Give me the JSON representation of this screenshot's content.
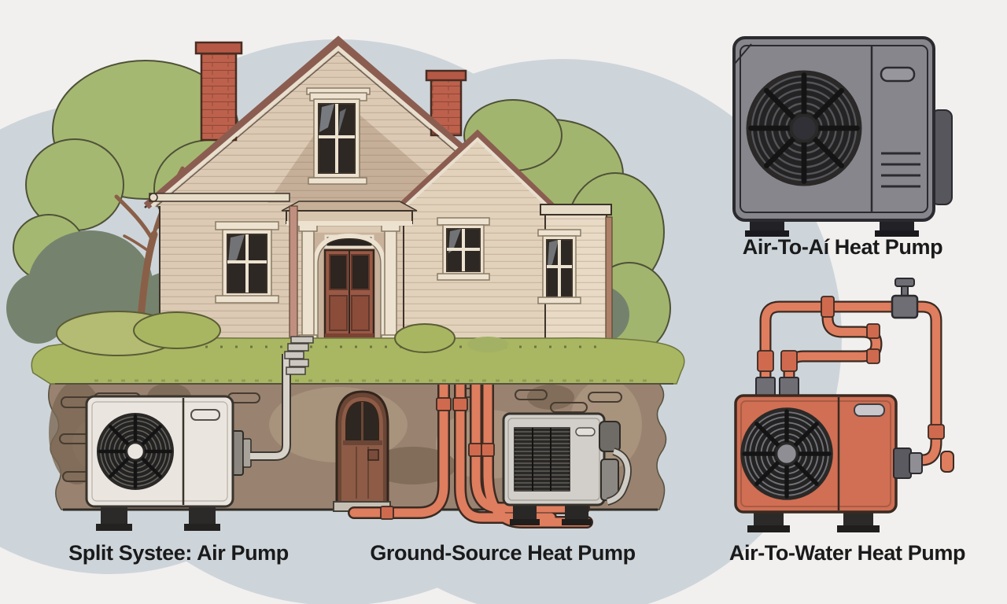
{
  "labels": {
    "split_system": "Split Systee: Air Pump",
    "ground_source": "Ground-Source Heat Pump",
    "air_to_air": "Air-To-Aí Heat Pump",
    "air_to_water": "Air-To-Water Heat Pump"
  },
  "palette": {
    "background": "#f1f0ee",
    "sky": "#cdd5da",
    "foliage_light": "#a5b871",
    "foliage_dark": "#75836e",
    "grass": "#a9b763",
    "soil": "#998270",
    "house_wall": "#dccab5",
    "trim_cream": "#ece2cf",
    "roof_brown": "#8b5d50",
    "brick_red": "#bd614d",
    "door_brown": "#9a5845",
    "pipe_orange": "#df7d5f",
    "fitting_gray": "#6f6e74",
    "unit_white": "#eae6df",
    "unit_gray": "#87868d",
    "unit_orange": "#d06f54",
    "unit_light_gray": "#d2cfca"
  }
}
